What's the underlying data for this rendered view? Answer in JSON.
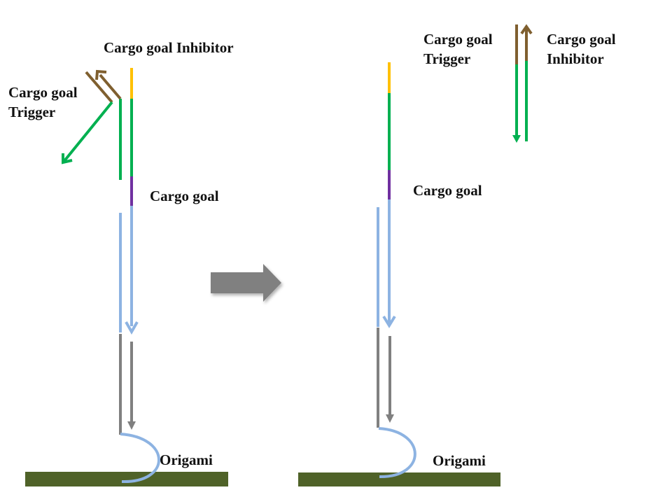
{
  "colors": {
    "inhibitor_toehold": "#FFC000",
    "complement_green": "#00B050",
    "trigger_brown": "#7F5F2F",
    "cargo_goal_purple": "#7030A0",
    "track_blue": "#8DB3E2",
    "anchor_gray": "#808080",
    "origami_surface": "#4F6228",
    "transition_arrow": "#808080"
  },
  "left_panel": {
    "labels": {
      "inhibitor": "Cargo goal Inhibitor",
      "trigger": "Cargo goal\nTrigger",
      "cargo_goal": "Cargo goal",
      "origami": "Origami"
    }
  },
  "right_panel": {
    "labels": {
      "trigger": "Cargo goal\nTrigger",
      "inhibitor": "Cargo goal\nInhibitor",
      "cargo_goal": "Cargo goal",
      "origami": "Origami"
    }
  },
  "transition": {
    "icon": "right-arrow-icon"
  }
}
